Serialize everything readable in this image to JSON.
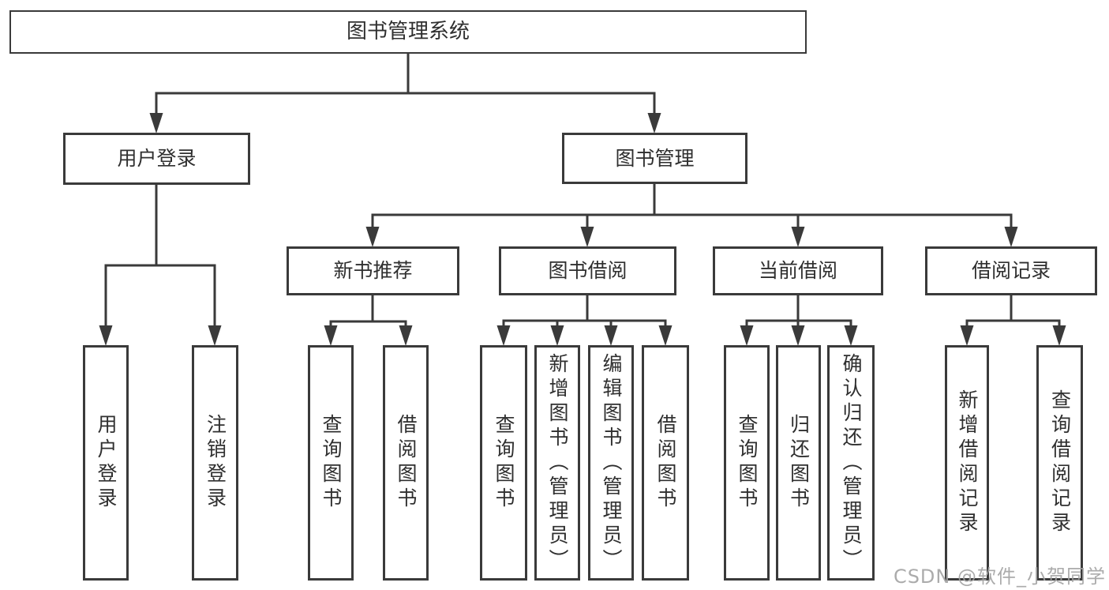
{
  "colors": {
    "line": "#3a3a3a",
    "text": "#2f2f2f",
    "background": "#ffffff",
    "watermark": "#a3a3a3"
  },
  "watermark": {
    "text": "CSDN @软件_小贺同学"
  },
  "tree": {
    "label": "图书管理系统",
    "children": [
      {
        "label": "用户登录",
        "children": [
          {
            "label": "用户登录"
          },
          {
            "label": "注销登录"
          }
        ]
      },
      {
        "label": "图书管理",
        "children": [
          {
            "label": "新书推荐",
            "children": [
              {
                "label": "查询图书"
              },
              {
                "label": "借阅图书"
              }
            ]
          },
          {
            "label": "图书借阅",
            "children": [
              {
                "label": "查询图书"
              },
              {
                "label": "新增图书（管理员）"
              },
              {
                "label": "编辑图书（管理员）"
              },
              {
                "label": "借阅图书"
              }
            ]
          },
          {
            "label": "当前借阅",
            "children": [
              {
                "label": "查询图书"
              },
              {
                "label": "归还图书"
              },
              {
                "label": "确认归还（管理员）"
              }
            ]
          },
          {
            "label": "借阅记录",
            "children": [
              {
                "label": "新增借阅记录"
              },
              {
                "label": "查询借阅记录"
              }
            ]
          }
        ]
      }
    ]
  }
}
